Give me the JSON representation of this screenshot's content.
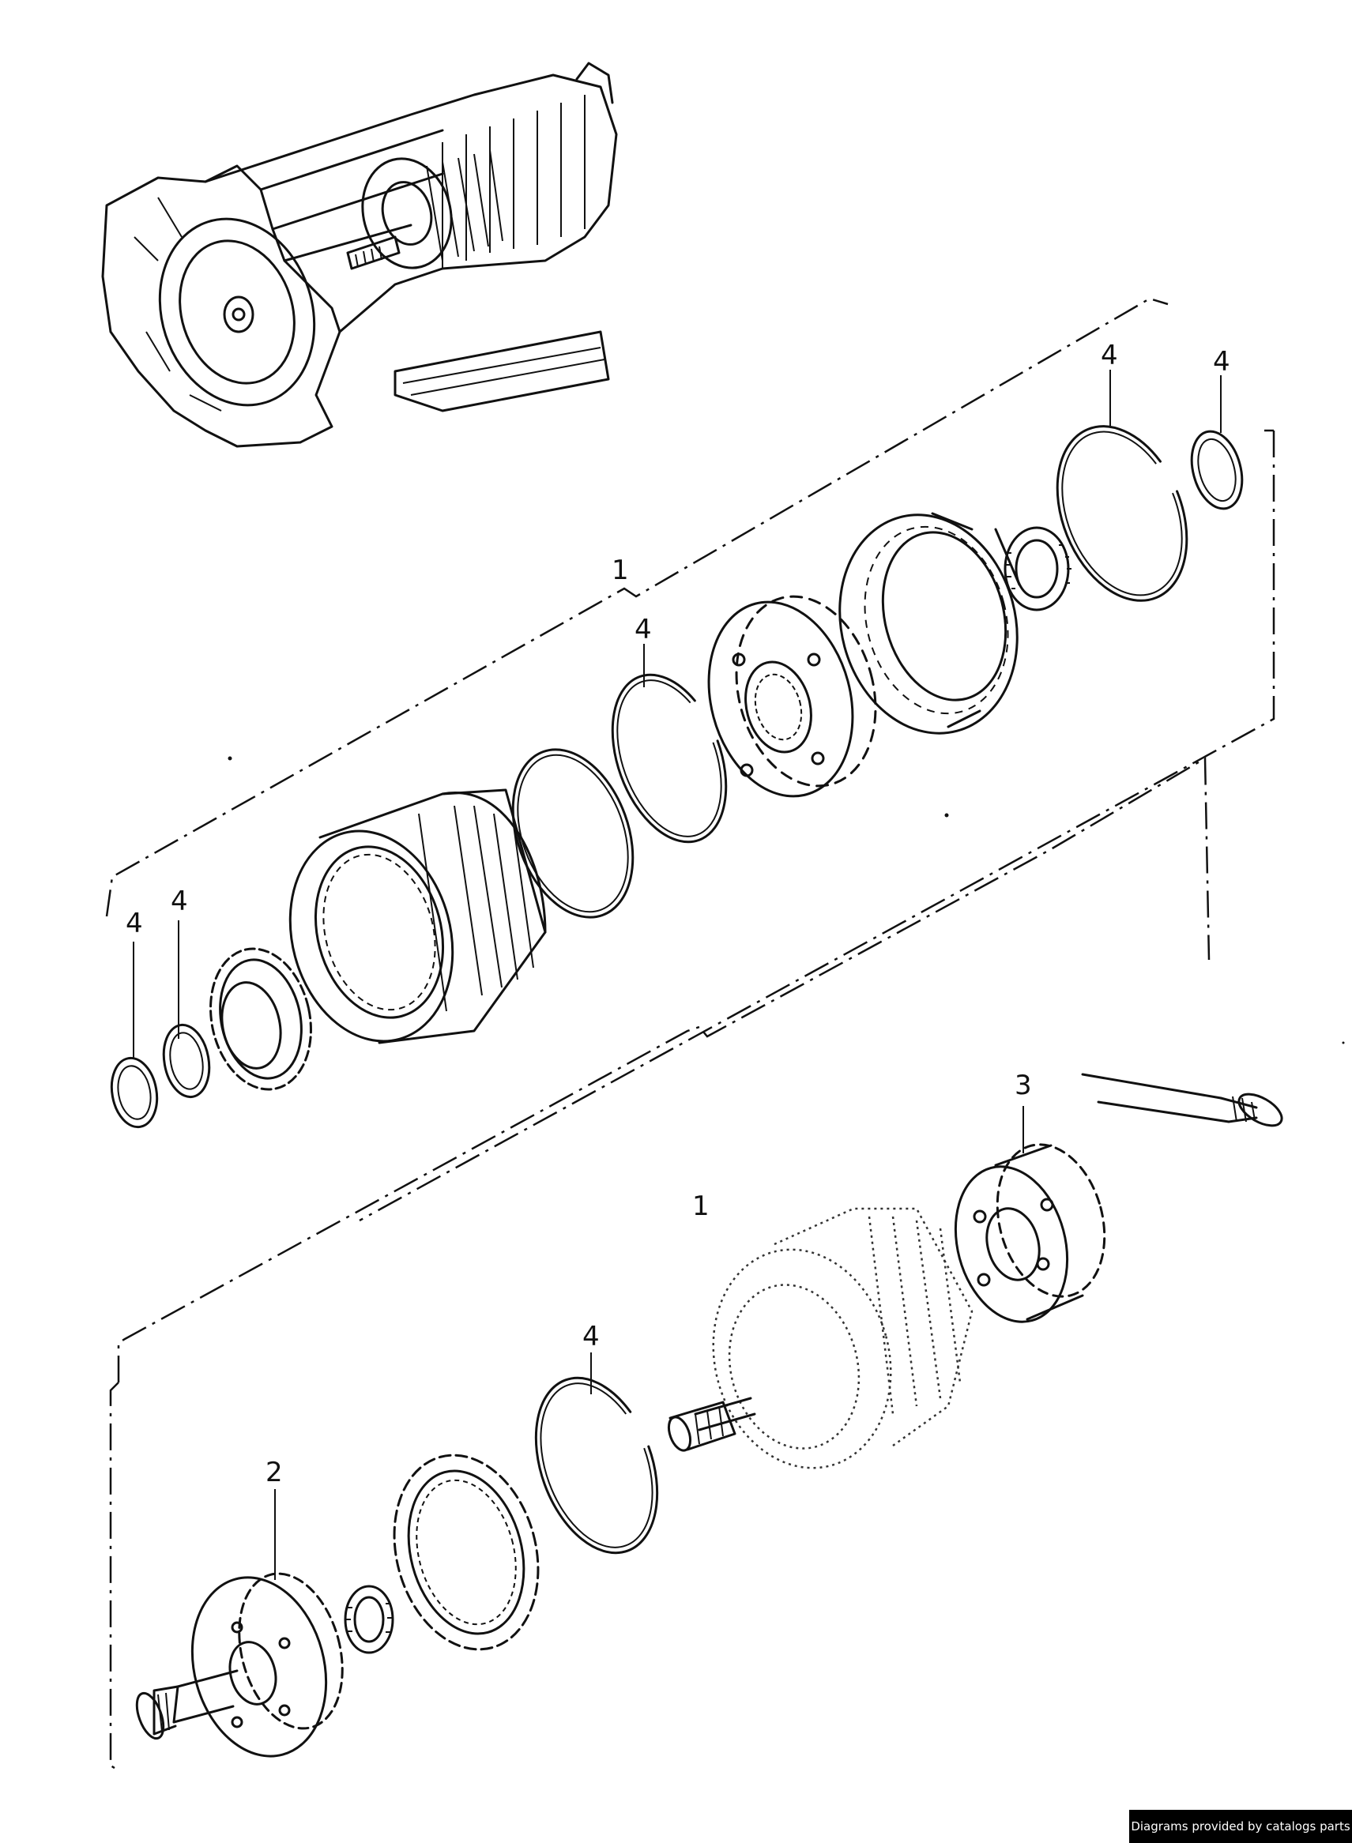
{
  "diagram": {
    "callouts": {
      "c1_upper": "1",
      "c1_lower": "1",
      "c2": "2",
      "c3": "3",
      "c4_ring_top": "4",
      "c4_washer_top": "4",
      "c4_ring_mid": "4",
      "c4_washer_left_a": "4",
      "c4_washer_left_b": "4",
      "c4_ring_lower": "4"
    }
  },
  "footer": {
    "credit": "Diagrams provided by catalogs parts"
  }
}
